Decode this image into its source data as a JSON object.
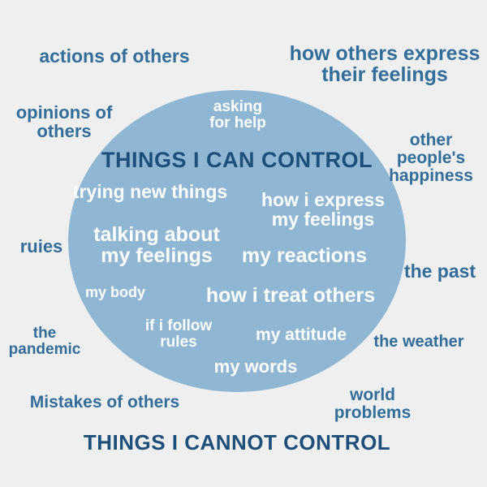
{
  "inside": {
    "heading": "THINGS I CAN CONTROL",
    "items": [
      [
        "asking",
        "for help"
      ],
      [
        "trying new things"
      ],
      [
        "how i express",
        "my feelings"
      ],
      [
        "talking about",
        "my feelings"
      ],
      [
        "my reactions"
      ],
      [
        "my body"
      ],
      [
        "how i treat others"
      ],
      [
        "if i follow",
        "rules"
      ],
      [
        "my attitude"
      ],
      [
        "my words"
      ]
    ]
  },
  "outside": {
    "heading": "THINGS I CANNOT CONTROL",
    "items": [
      [
        "actions of others"
      ],
      [
        "how others express",
        "their feelings"
      ],
      [
        "opinions of",
        "others"
      ],
      [
        "other",
        "people's",
        "happiness"
      ],
      [
        "ruies"
      ],
      [
        "the past"
      ],
      [
        "the",
        "pandemic"
      ],
      [
        "the weather"
      ],
      [
        "Mistakes of others"
      ],
      [
        "world",
        "problems"
      ]
    ]
  },
  "colors": {
    "background": "#efefef",
    "circle": "#8fb6d3",
    "outer_text": "#336e9a",
    "heading": "#1e4f7b",
    "inner_text": "#ffffff"
  }
}
